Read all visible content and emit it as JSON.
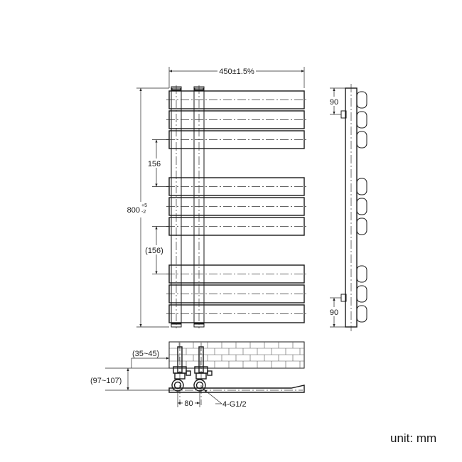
{
  "dimensions": {
    "width": "450±1.5%",
    "height_main": "800",
    "height_tol_plus": "+5",
    "height_tol_minus": "-2",
    "gap_upper": "156",
    "gap_lower": "(156)",
    "side_top": "90",
    "side_bottom": "90",
    "wall_depth": "(35~45)",
    "pipe_height": "(97~107)",
    "valve_spacing": "80",
    "connection": "4-G1/2"
  },
  "unit_label": "unit: mm"
}
